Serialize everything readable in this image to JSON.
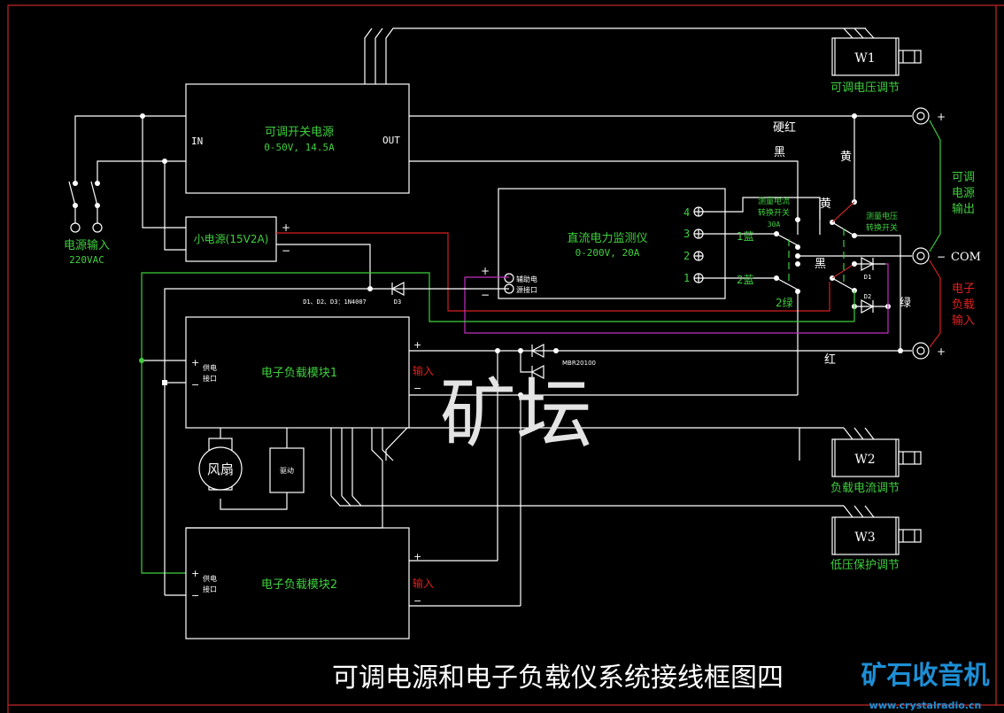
{
  "title": "可调电源和电子负载仪系统接线框图四",
  "watermark": "矿坛",
  "logo": {
    "name": "矿石收音机",
    "url_text": "www.crystalradio.cn",
    "color": "#1e8fd6"
  },
  "colors": {
    "background": "#000000",
    "wire": "#ffffff",
    "label_green": "#3ecf3e",
    "label_red": "#e02020",
    "frame": "#c02828",
    "magenta_wire": "#c030c0"
  },
  "psu": {
    "name": "可调开关电源",
    "spec": "0-50V, 14.5A",
    "in_label": "IN",
    "out_label": "OUT"
  },
  "small_psu": {
    "name": "小电源(15V2A)",
    "plus": "+",
    "minus": "−"
  },
  "mains": {
    "label": "电源输入",
    "spec": "220VAC"
  },
  "monitor": {
    "name": "直流电力监测仪",
    "spec": "0-200V, 20A",
    "aux_label_1": "辅助电",
    "aux_label_2": "源接口",
    "aux_plus": "+",
    "aux_minus": "−",
    "terminals": [
      "4",
      "3",
      "2",
      "1"
    ]
  },
  "switches": {
    "current": {
      "line1": "测量电流",
      "line2": "转换开关",
      "rating": "30A"
    },
    "voltage": {
      "line1": "测量电压",
      "line2": "转换开关"
    }
  },
  "wire_labels": {
    "hard_red": "硬红",
    "black1": "黑",
    "yellow1": "黄",
    "yellow2": "黄",
    "blue1": "1蓝",
    "blue2": "2蓝",
    "black2": "黑",
    "green2": "2绿",
    "green": "绿",
    "red": "红"
  },
  "diodes": {
    "d1": "D1",
    "d2": "D2",
    "d3": "D3",
    "note": "D1、D2、D3：1N4007",
    "schottky": "MBR20100"
  },
  "terminals_right": {
    "top_sign": "+",
    "com_sign": "−",
    "com_label": "COM",
    "bottom_sign": "+",
    "output_label": [
      "可调",
      "电源",
      "输出"
    ],
    "input_label": [
      "电子",
      "负载",
      "输入"
    ]
  },
  "load1": {
    "name": "电子负载模块1",
    "supply_1": "供电",
    "supply_2": "接口",
    "plus": "+",
    "minus": "−",
    "input": "输入"
  },
  "load2": {
    "name": "电子负载模块2",
    "supply_1": "供电",
    "supply_2": "接口",
    "plus": "+",
    "minus": "−",
    "input": "输入"
  },
  "fan": {
    "label": "风扇",
    "driver": "驱动"
  },
  "pots": [
    {
      "id": "W1",
      "label": "可调电压调节"
    },
    {
      "id": "W2",
      "label": "负载电流调节"
    },
    {
      "id": "W3",
      "label": "低压保护调节"
    }
  ]
}
